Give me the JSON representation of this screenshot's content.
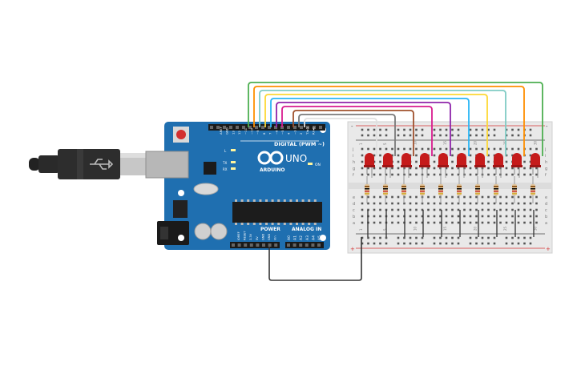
{
  "board": {
    "brand_text": "ARDUINO",
    "model_text": "UNO",
    "digital_header_text": "DIGITAL (PWM ~)",
    "power_header_text": "POWER",
    "analog_header_text": "ANALOG IN",
    "on_led_text": "ON",
    "l_led_text": "L",
    "tx_led_text": "TX",
    "rx_led_text": "RX",
    "digital_pin_labels": [
      "AREF",
      "GND",
      "13",
      "12",
      "~11",
      "~10",
      "~9",
      "8",
      "7",
      "~6",
      "~5",
      "4",
      "~3",
      "2",
      "TX▸1",
      "RX◂0"
    ],
    "power_pin_labels": [
      "IOREF",
      "RESET",
      "3.3V",
      "5V",
      "GND",
      "GND",
      "Vin"
    ],
    "analog_pin_labels": [
      "A0",
      "A1",
      "A2",
      "A3",
      "A4",
      "A5"
    ],
    "board_color": "#1f6fb0",
    "board_dark": "#17568b"
  },
  "breadboard": {
    "row_letters_top": [
      "j",
      "i",
      "h",
      "g",
      "f"
    ],
    "row_letters_bottom": [
      "e",
      "d",
      "c",
      "b",
      "a"
    ],
    "column_numbers": [
      "1",
      "",
      "",
      "",
      "5",
      "",
      "",
      "",
      "",
      "10",
      "",
      "",
      "",
      "",
      "15",
      "",
      "",
      "",
      "",
      "20",
      "",
      "",
      "",
      "",
      "25",
      "",
      "",
      "",
      "",
      "30"
    ],
    "plus_sign": "+",
    "minus_sign": "-"
  },
  "components": {
    "led_count": 10,
    "led_color": "#c51b1b",
    "resistor_count": 10
  },
  "wires": {
    "colors": [
      "#4caf50",
      "#ff8f00",
      "#80cbc4",
      "#fdd835",
      "#29b6f6",
      "#8e24aa",
      "#d81b8f",
      "#a0522d",
      "#7a7a7a",
      "#ffffff"
    ],
    "ground_wire_color": "#333333"
  }
}
